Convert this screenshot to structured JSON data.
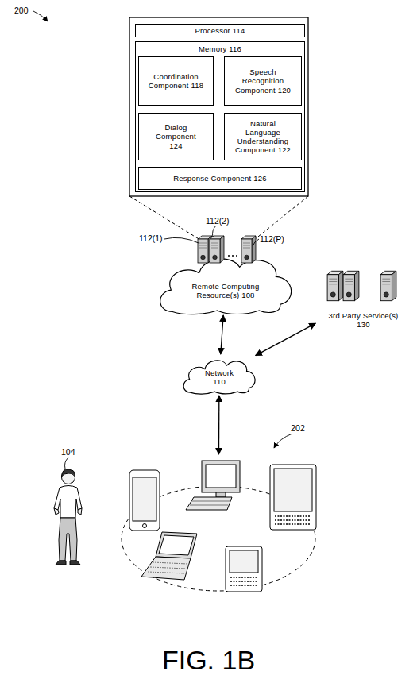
{
  "diagram": {
    "caption": "FIG. 1B",
    "nodes": [
      {
        "text": [
          "Processor 114"
        ]
      },
      {
        "text": [
          "Memory 116"
        ]
      },
      {
        "text": [
          "Coordination Component 118"
        ],
        "in": 1
      },
      {
        "text": [
          "Speech Recognition Component 120"
        ],
        "in": 1
      },
      {
        "text": [
          "Dialog Component 124"
        ],
        "in": 1
      },
      {
        "text": [
          "Natural Language Understanding Component 122"
        ],
        "in": 1
      },
      {
        "text": [
          "Response Component 126"
        ],
        "in": 1
      },
      {
        "text": [
          "Remote Computing Resource(s) 108"
        ]
      },
      {
        "text": [
          "3rd Party Service(s) 130"
        ]
      },
      {
        "text": [
          "Network 110"
        ]
      },
      {
        "text": [
          "202"
        ]
      }
    ],
    "edges": [
      {
        "from": 7,
        "to": 9,
        "arrow": "both"
      },
      {
        "from": 9,
        "to": 8,
        "arrow": "both"
      },
      {
        "from": 9,
        "to": 10,
        "arrow": "both"
      }
    ],
    "labels": [
      "200",
      "112(1)",
      "112(2)",
      "112(P)",
      "104"
    ]
  }
}
